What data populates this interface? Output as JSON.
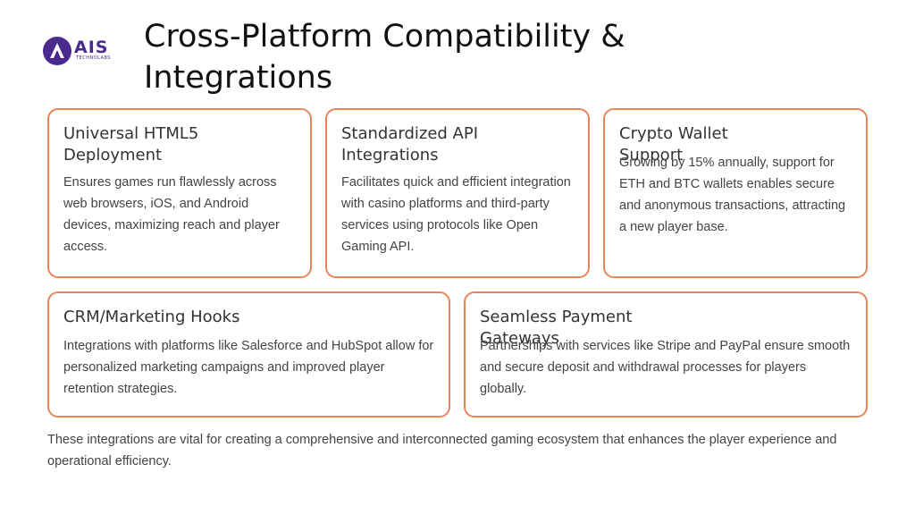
{
  "logo": {
    "word": "AIS",
    "sub": "TECHNOLABS",
    "brand_color": "#4b2a8f"
  },
  "title": "Cross-Platform Compatibility & Integrations",
  "accent_color": "#e8855c",
  "cards": [
    {
      "heading": "Universal HTML5 Deployment",
      "body": "Ensures games run flawlessly across web browsers, iOS, and Android devices, maximizing reach and player access."
    },
    {
      "heading": "Standardized API Integrations",
      "body": "Facilitates quick and efficient integration with casino platforms and third-party services using protocols like Open Gaming API."
    },
    {
      "heading": "Crypto Wallet Support",
      "body": "Growing by 15% annually, support for ETH and BTC wallets enables secure and anonymous transactions, attracting a new player base."
    },
    {
      "heading": "CRM/Marketing Hooks",
      "body": "Integrations with platforms like Salesforce and HubSpot allow for personalized marketing campaigns and improved player retention strategies."
    },
    {
      "heading": "Seamless Payment Gateways",
      "body": "Partnerships with services like Stripe and PayPal ensure smooth and secure deposit and withdrawal processes for players globally."
    }
  ],
  "footer": "These integrations are vital for creating a comprehensive and interconnected gaming ecosystem that enhances the player experience and operational efficiency."
}
